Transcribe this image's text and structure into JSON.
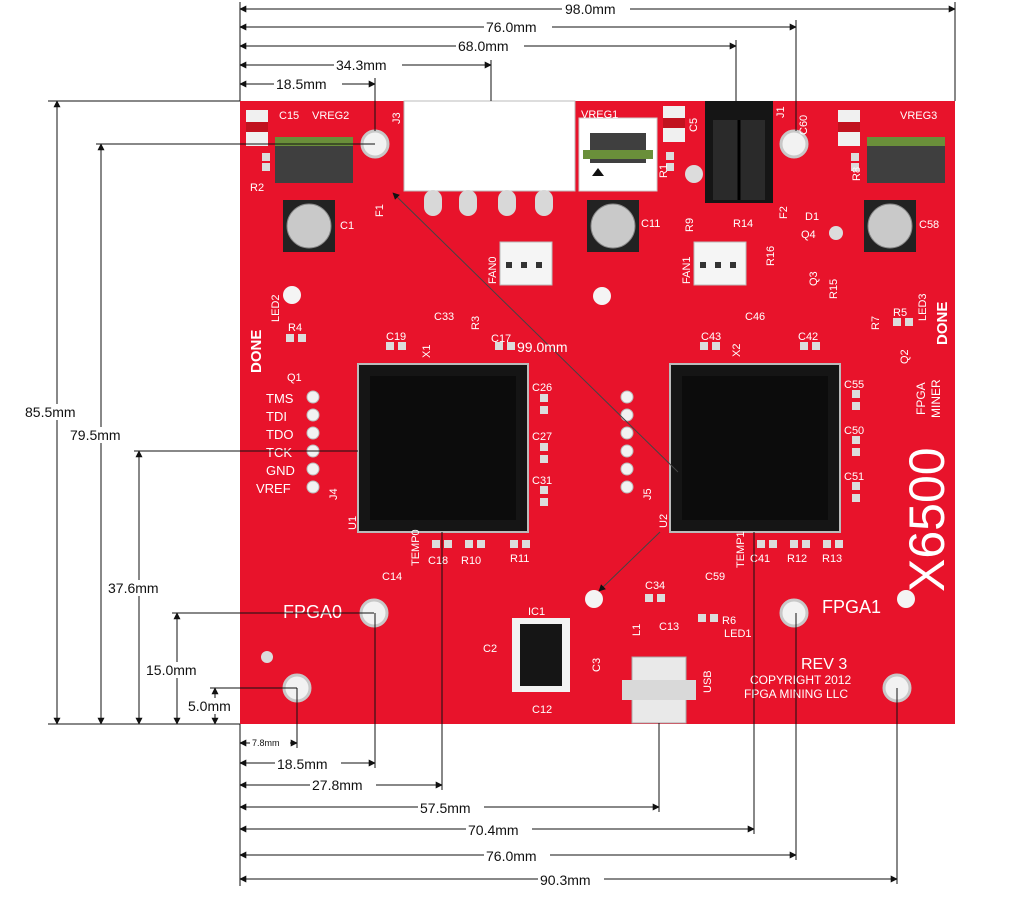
{
  "dimensions": {
    "top": [
      "98.0mm",
      "76.0mm",
      "68.0mm",
      "34.3mm",
      "18.5mm"
    ],
    "left": [
      "85.5mm",
      "79.5mm",
      "37.6mm",
      "15.0mm",
      "5.0mm"
    ],
    "bottom": [
      "7.8mm",
      "18.5mm",
      "27.8mm",
      "57.5mm",
      "70.4mm",
      "76.0mm",
      "90.3mm"
    ],
    "diagonal": "99.0mm"
  },
  "board": {
    "color": "#e8132b",
    "silk_color": "#ffffff",
    "model": "X6500",
    "subtitle_line1": "FPGA",
    "subtitle_line2": "MINER",
    "rev": "REV 3",
    "copyright1": "COPYRIGHT 2012",
    "copyright2": "FPGA MINING LLC",
    "fpga0": "FPGA0",
    "fpga1": "FPGA1",
    "done_left": "DONE",
    "done_right": "DONE",
    "jtag_pins": [
      "TMS",
      "TDI",
      "TDO",
      "TCK",
      "GND",
      "VREF"
    ],
    "labels": {
      "c15": "C15",
      "vreg2": "VREG2",
      "j3": "J3",
      "vreg1": "VREG1",
      "c5": "C5",
      "j1": "J1",
      "c60": "C60",
      "vreg3": "VREG3",
      "r2": "R2",
      "r1": "R1",
      "r8": "R8",
      "f1": "F1",
      "f2": "F2",
      "d1": "D1",
      "c1": "C1",
      "c11": "C11",
      "r9": "R9",
      "r14": "R14",
      "q4": "Q4",
      "c58": "C58",
      "fan0": "FAN0",
      "fan1": "FAN1",
      "r16": "R16",
      "q3": "Q3",
      "r15": "R15",
      "led2": "LED2",
      "led3": "LED3",
      "r4": "R4",
      "q1": "Q1",
      "c19": "C19",
      "c33": "C33",
      "x1": "X1",
      "r3": "R3",
      "c17": "C17",
      "c43": "C43",
      "c46": "C46",
      "x2": "X2",
      "c42": "C42",
      "r5": "R5",
      "r7": "R7",
      "q2": "Q2",
      "c26": "C26",
      "c27": "C27",
      "c31": "C31",
      "c55": "C55",
      "c50": "C50",
      "c51": "C51",
      "j4": "J4",
      "j5": "J5",
      "u1": "U1",
      "u2": "U2",
      "temp0": "TEMP0",
      "temp1": "TEMP1",
      "c14": "C14",
      "c18": "C18",
      "r10": "R10",
      "r11": "R11",
      "c59": "C59",
      "c41": "C41",
      "r12": "R12",
      "r13": "R13",
      "c34": "C34",
      "ic1": "IC1",
      "c2": "C2",
      "c3": "C3",
      "c12": "C12",
      "l1": "L1",
      "c13": "C13",
      "r6": "R6",
      "led1": "LED1",
      "usb": "USB"
    }
  }
}
